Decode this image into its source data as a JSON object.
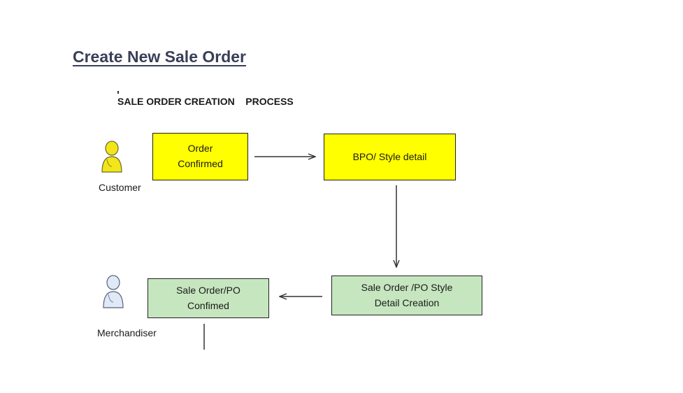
{
  "page": {
    "heading": "Create New Sale Order",
    "subheading": "SALE ORDER CREATION    PROCESS"
  },
  "actors": {
    "customer": {
      "label": "Customer",
      "icon": "person-icon",
      "color": "#f2e51a"
    },
    "merchandiser": {
      "label": "Merchandiser",
      "icon": "person-icon",
      "color": "#dfe9f7"
    }
  },
  "nodes": {
    "order_confirmed": {
      "text": "Order\nConfirmed",
      "fill": "#ffff00"
    },
    "bpo_style_detail": {
      "text": "BPO/ Style detail",
      "fill": "#ffff00"
    },
    "so_po_detail_creation": {
      "text": "Sale Order /PO Style\nDetail Creation",
      "fill": "#c6e6bf"
    },
    "so_po_confirmed": {
      "text": "Sale Order/PO\nConfimed",
      "fill": "#c6e6bf"
    }
  },
  "edges": [
    {
      "from": "order_confirmed",
      "to": "bpo_style_detail"
    },
    {
      "from": "bpo_style_detail",
      "to": "so_po_detail_creation"
    },
    {
      "from": "so_po_detail_creation",
      "to": "so_po_confirmed"
    },
    {
      "from": "so_po_confirmed",
      "to": "continuation"
    }
  ]
}
